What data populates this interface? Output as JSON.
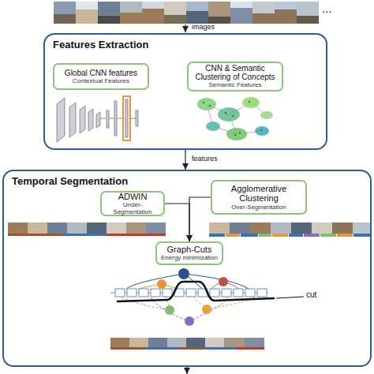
{
  "diagram": {
    "nodes": [
      {
        "text": [
          "Features Extraction"
        ]
      },
      {
        "text": [
          "Global CNN features",
          "Contextual Features"
        ],
        "in": 0
      },
      {
        "text": [
          "CNN & Semantic Clustering of Concepts",
          "Semantic Features"
        ],
        "in": 0
      },
      {
        "text": [
          "Temporal Segmentation"
        ]
      },
      {
        "text": [
          "ADWIN",
          "Under-Segmentation"
        ],
        "in": 3
      },
      {
        "text": [
          "Agglomerative Clustering",
          "Over-Segmentation"
        ],
        "in": 3
      },
      {
        "text": [
          "Graph-Cuts",
          "Energy minimization"
        ],
        "in": 3
      }
    ],
    "edges": [
      {
        "from": 0,
        "to": 3,
        "label": "features",
        "arrow": "to"
      },
      {
        "from": 4,
        "to": 6,
        "arrow": "to"
      },
      {
        "from": 5,
        "to": 6,
        "arrow": "to"
      }
    ],
    "labels": [
      "...",
      "images",
      "cut"
    ]
  }
}
